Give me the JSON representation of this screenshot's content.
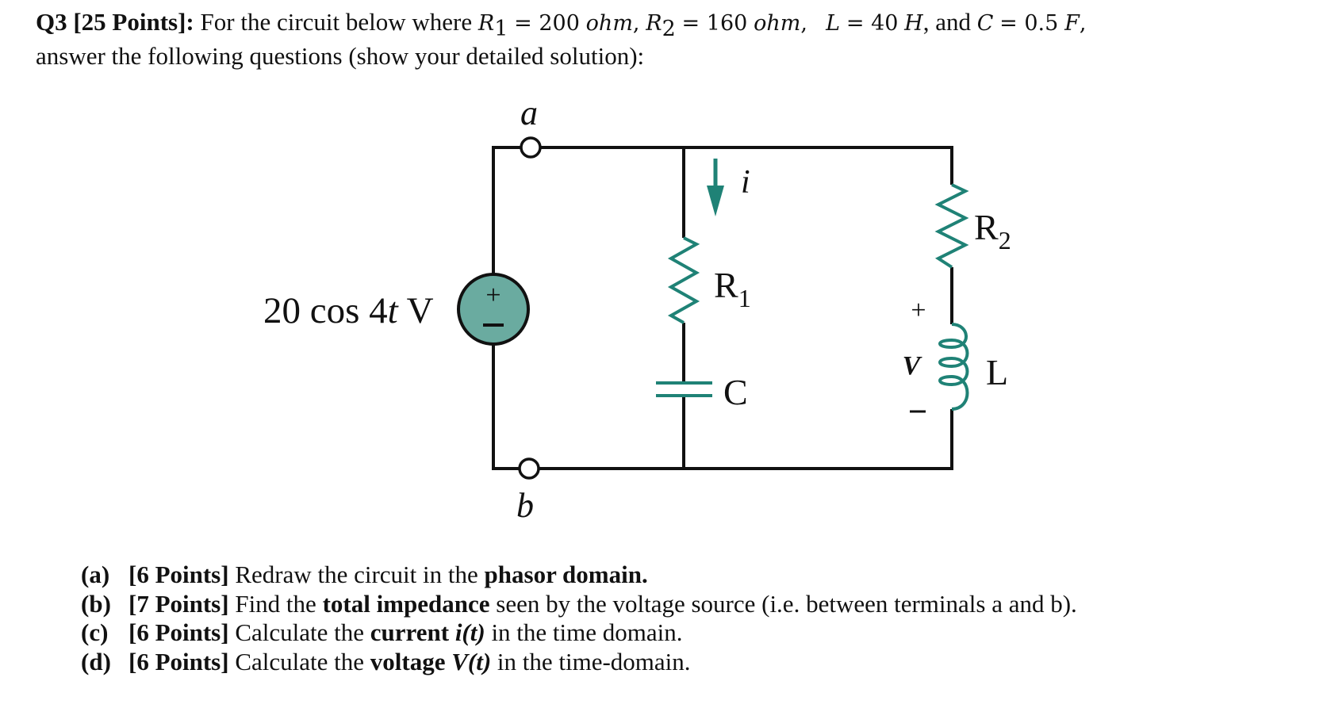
{
  "question": {
    "number_label": "Q3 [25 Points]:",
    "intro_text": "For the circuit below where",
    "params": [
      {
        "symbol": "R",
        "sub": "1",
        "value": "200",
        "unit": "ohm",
        "sep": ","
      },
      {
        "symbol": "R",
        "sub": "2",
        "value": "160",
        "unit": "ohm",
        "sep": ","
      },
      {
        "symbol": "L",
        "sub": "",
        "value": "40",
        "unit": "H",
        "sep": ", and"
      },
      {
        "symbol": "C",
        "sub": "",
        "value": "0.5",
        "unit": "F",
        "sep": ","
      }
    ],
    "line2": "answer the following questions (show your detailed solution):"
  },
  "circuit": {
    "source_label": "20 cos 4",
    "source_label_var": "t",
    "source_label_unit": " V",
    "source_plus": "+",
    "source_minus": "−",
    "node_a": "a",
    "node_b": "b",
    "current_label": "i",
    "r1_label": "R",
    "r1_sub": "1",
    "r2_label": "R",
    "r2_sub": "2",
    "c_label": "C",
    "l_label": "L",
    "v_label": "V",
    "v_plus": "+",
    "v_minus": "−",
    "colors": {
      "wire": "#111111",
      "component": "#1f8276",
      "source_fill": "#6aaba0"
    }
  },
  "parts": [
    {
      "tag": "(a)",
      "points": "[6 Points]",
      "segments": [
        {
          "text": "Redraw the circuit in the ",
          "style": "n"
        },
        {
          "text": "phasor domain.",
          "style": "b"
        }
      ]
    },
    {
      "tag": "(b)",
      "points": "[7 Points]",
      "segments": [
        {
          "text": "Find the ",
          "style": "n"
        },
        {
          "text": "total impedance",
          "style": "b"
        },
        {
          "text": " seen by the voltage source (i.e. between terminals a and b).",
          "style": "n"
        }
      ]
    },
    {
      "tag": "(c)",
      "points": "[6 Points]",
      "segments": [
        {
          "text": "Calculate the ",
          "style": "n"
        },
        {
          "text": "current ",
          "style": "b"
        },
        {
          "text": "i(t)",
          "style": "bi"
        },
        {
          "text": " in the time domain.",
          "style": "n"
        }
      ]
    },
    {
      "tag": "(d)",
      "points": "[6 Points]",
      "segments": [
        {
          "text": "Calculate the ",
          "style": "n"
        },
        {
          "text": "voltage ",
          "style": "b"
        },
        {
          "text": "V(t)",
          "style": "bi"
        },
        {
          "text": " in the time-domain.",
          "style": "n"
        }
      ]
    }
  ]
}
